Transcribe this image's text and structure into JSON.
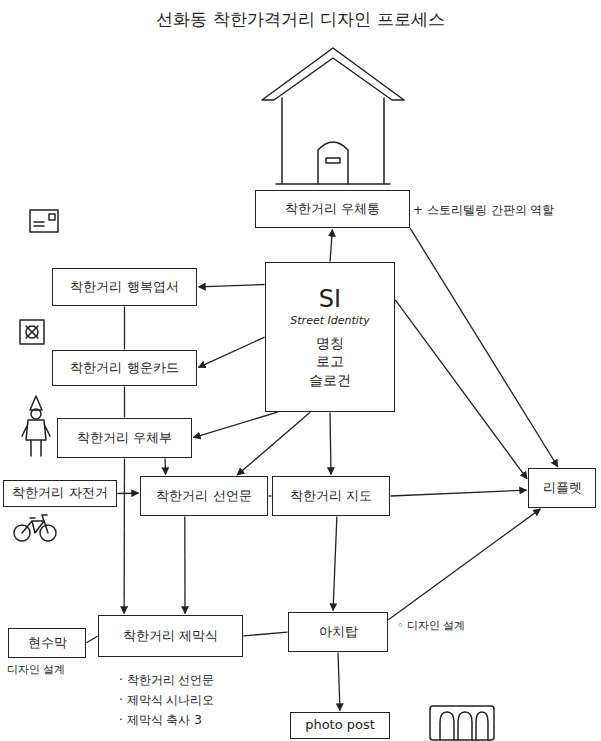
{
  "diagram": {
    "title": "선화동 착한가격거리 디자인 프로세스",
    "nodes": [
      {
        "text": [
          "착한거리 우체통"
        ]
      },
      {
        "text": [
          "착한거리 행복엽서"
        ]
      },
      {
        "text": [
          "SI",
          "Street Identity",
          "명칭",
          "로고",
          "슬로건"
        ]
      },
      {
        "text": [
          "착한거리 행운카드"
        ]
      },
      {
        "text": [
          "착한거리 우체부"
        ]
      },
      {
        "text": [
          "착한거리 자전거"
        ]
      },
      {
        "text": [
          "착한거리 선언문"
        ]
      },
      {
        "text": [
          "착한거리 지도"
        ]
      },
      {
        "text": [
          "리플렛"
        ]
      },
      {
        "text": [
          "현수막"
        ]
      },
      {
        "text": [
          "착한거리 제막식"
        ]
      },
      {
        "text": [
          "아치탑"
        ]
      },
      {
        "text": [
          "photo post"
        ]
      }
    ],
    "edges": [
      {
        "from": 2,
        "to": 0,
        "arrow": "to"
      },
      {
        "from": 2,
        "to": 1,
        "arrow": "to"
      },
      {
        "from": 2,
        "to": 3,
        "arrow": "to"
      },
      {
        "from": 2,
        "to": 4,
        "arrow": "to"
      },
      {
        "from": 2,
        "to": 6,
        "arrow": "to"
      },
      {
        "from": 2,
        "to": 7,
        "arrow": "to"
      },
      {
        "from": 2,
        "to": 8,
        "arrow": "to"
      },
      {
        "from": 0,
        "to": 8,
        "arrow": "to"
      },
      {
        "from": 7,
        "to": 8,
        "arrow": "to"
      },
      {
        "from": 11,
        "to": 8,
        "arrow": "to"
      },
      {
        "from": 1,
        "to": 3,
        "arrow": "none"
      },
      {
        "from": 3,
        "to": 4,
        "arrow": "none"
      },
      {
        "from": 4,
        "to": 6,
        "arrow": "to"
      },
      {
        "from": 5,
        "to": 6,
        "arrow": "to"
      },
      {
        "from": 4,
        "to": 10,
        "arrow": "to"
      },
      {
        "from": 6,
        "to": 10,
        "arrow": "to"
      },
      {
        "from": 6,
        "to": 7,
        "arrow": "none"
      },
      {
        "from": 7,
        "to": 11,
        "arrow": "to"
      },
      {
        "from": 9,
        "to": 10,
        "arrow": "none"
      },
      {
        "from": 10,
        "to": 11,
        "arrow": "none"
      },
      {
        "from": 11,
        "to": 12,
        "arrow": "to"
      }
    ],
    "labels": [
      "+ 스토리텔링 간판의 역할",
      "디자인 설계",
      "· 착한거리 선언문",
      "· 제막식 시나리오",
      "· 제막식 축사 3",
      "◦ 디자인 설계"
    ]
  }
}
